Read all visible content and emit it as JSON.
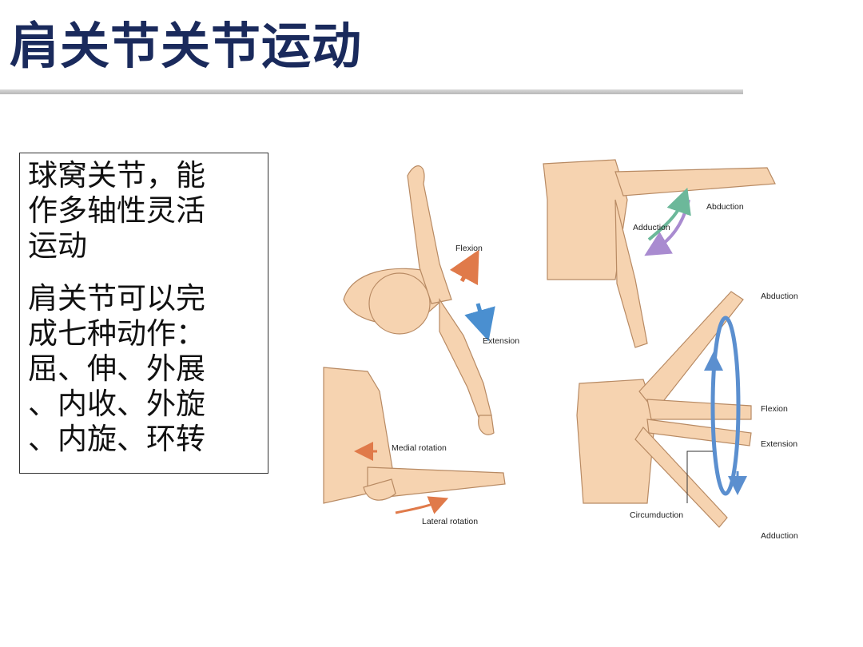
{
  "title": "肩关节关节运动",
  "textbox": {
    "para1": "球窝关节，能\n作多轴性灵活\n运动",
    "para2": "肩关节可以完\n成七种动作：\n屈、伸、外展\n、内收、外旋\n、内旋、环转"
  },
  "figure": {
    "flexion_ext": {
      "flexion": "Flexion",
      "extension": "Extension"
    },
    "abd_add": {
      "abduction": "Abduction",
      "adduction": "Adduction"
    },
    "rotation": {
      "medial": "Medial rotation",
      "lateral": "Lateral rotation"
    },
    "circum": {
      "abduction": "Abduction",
      "flexion": "Flexion",
      "extension": "Extension",
      "circumduction": "Circumduction",
      "adduction": "Adduction"
    }
  },
  "colors": {
    "title": "#1a2a5c",
    "skin": "#f6d3b0",
    "skin_outline": "#b88a63",
    "flex_arrow": "#e07a4a",
    "ext_arrow": "#4a8fd0",
    "abd_arrow": "#a98bd0",
    "add_arrow": "#6cb89a",
    "circ_ring": "#5b8fcf"
  }
}
